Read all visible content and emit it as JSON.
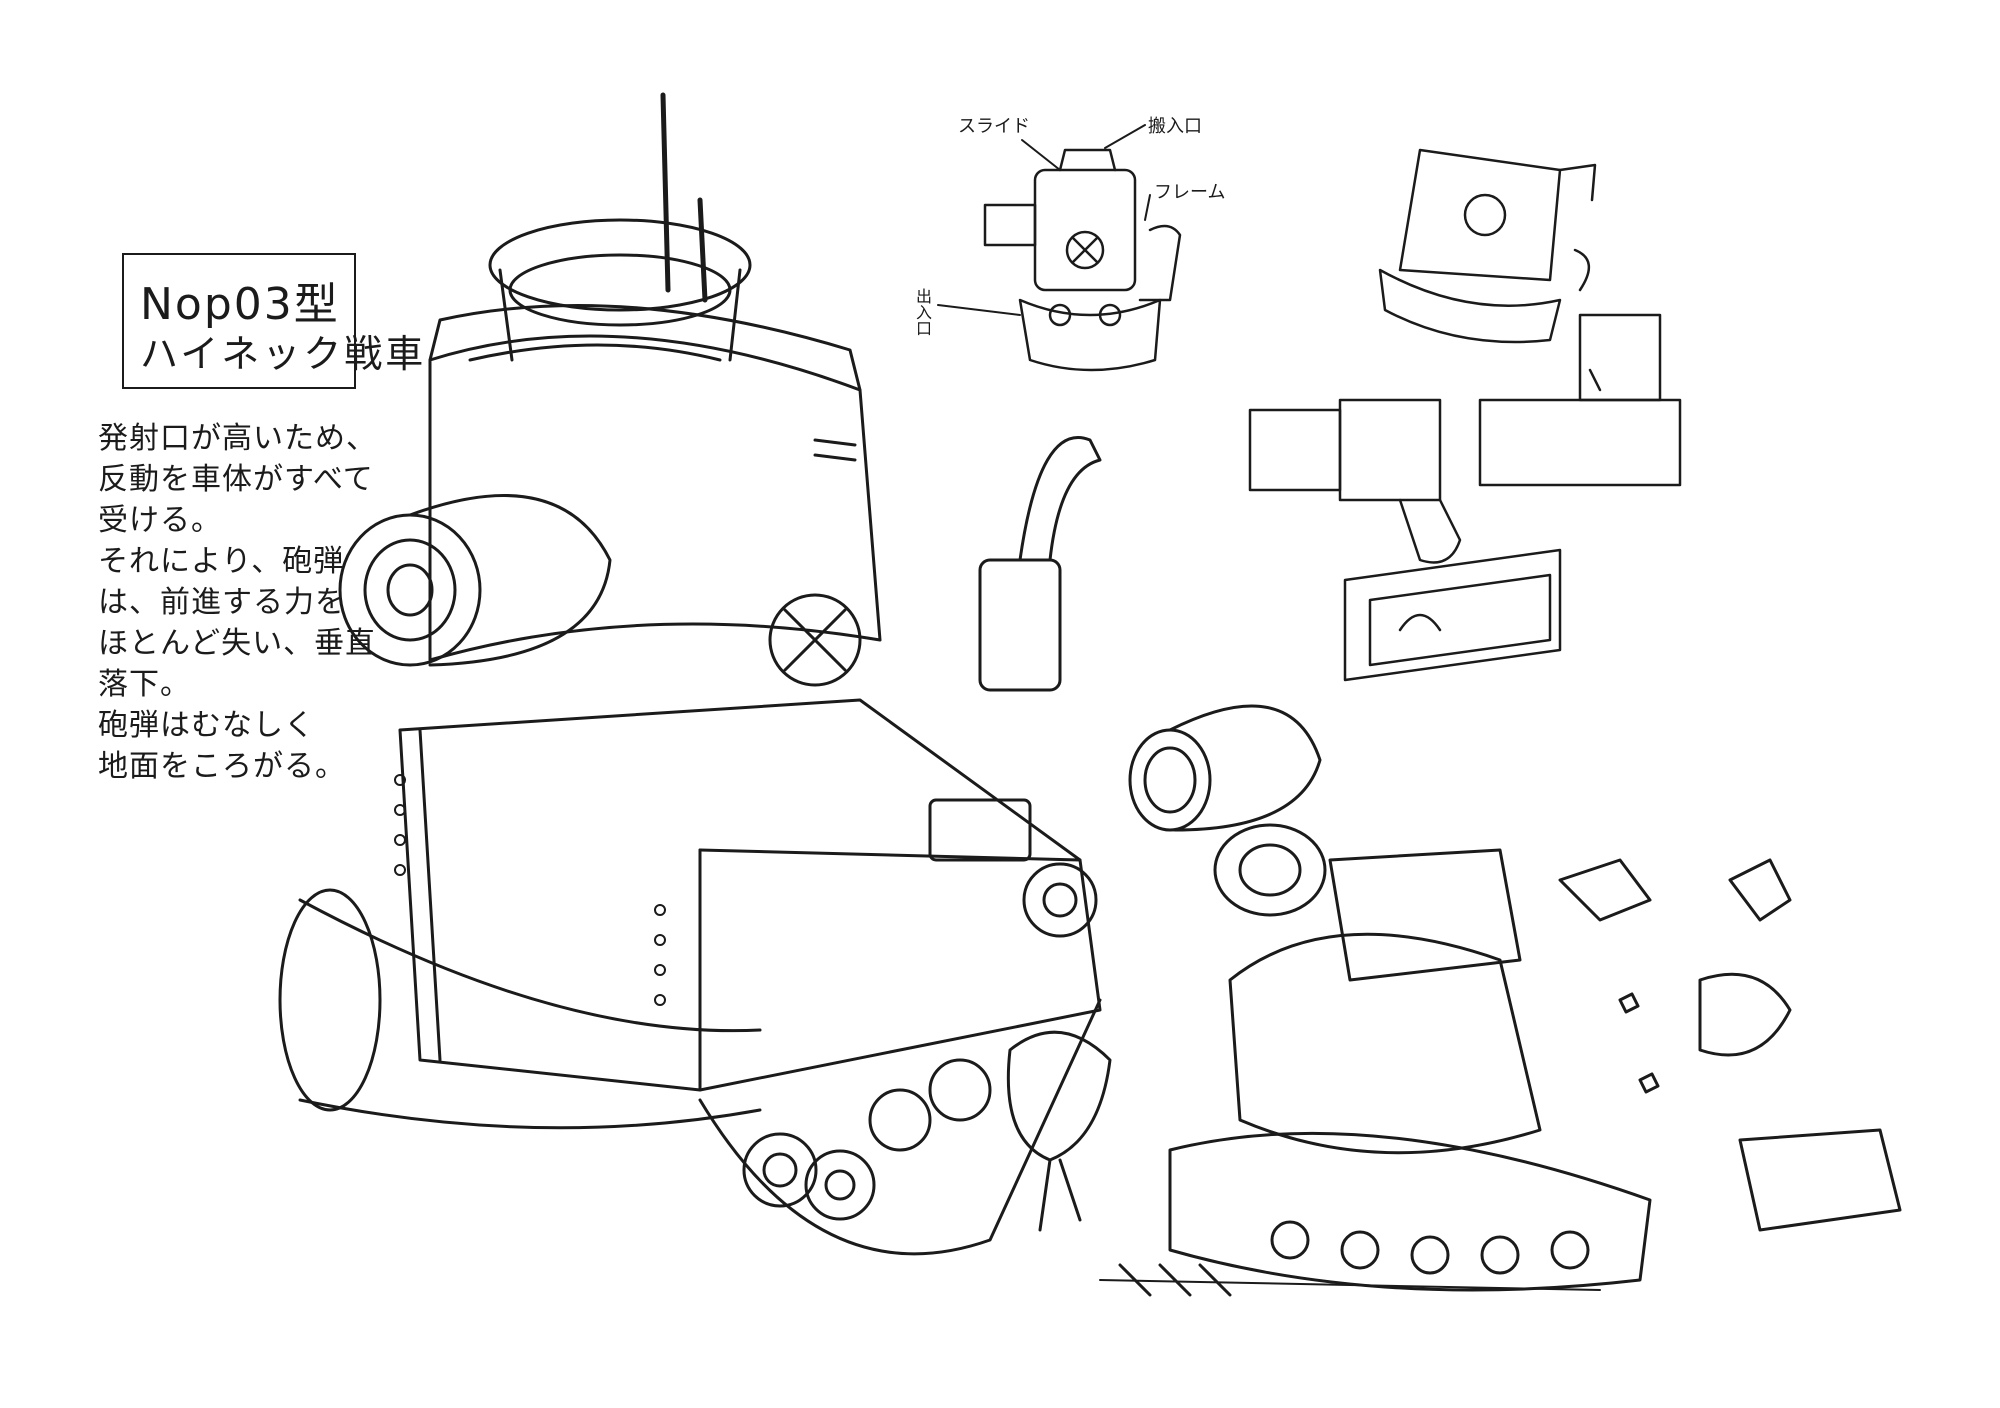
{
  "title": {
    "line1": "Nop03型",
    "line2": "ハイネック戦車"
  },
  "notes": [
    "発射口が高いため、",
    "反動を車体がすべて",
    "受ける。",
    "それにより、砲弾",
    "は、前進する力を",
    "ほとんど失い、垂直",
    "落下。",
    "砲弾はむなしく",
    "地面をころがる。"
  ],
  "callouts": {
    "slide": "スライド",
    "hatch": "搬入口",
    "frame": "フレーム",
    "exit": "出入口"
  },
  "colors": {
    "ink": "#1b1b1b",
    "paper": "#ffffff"
  }
}
